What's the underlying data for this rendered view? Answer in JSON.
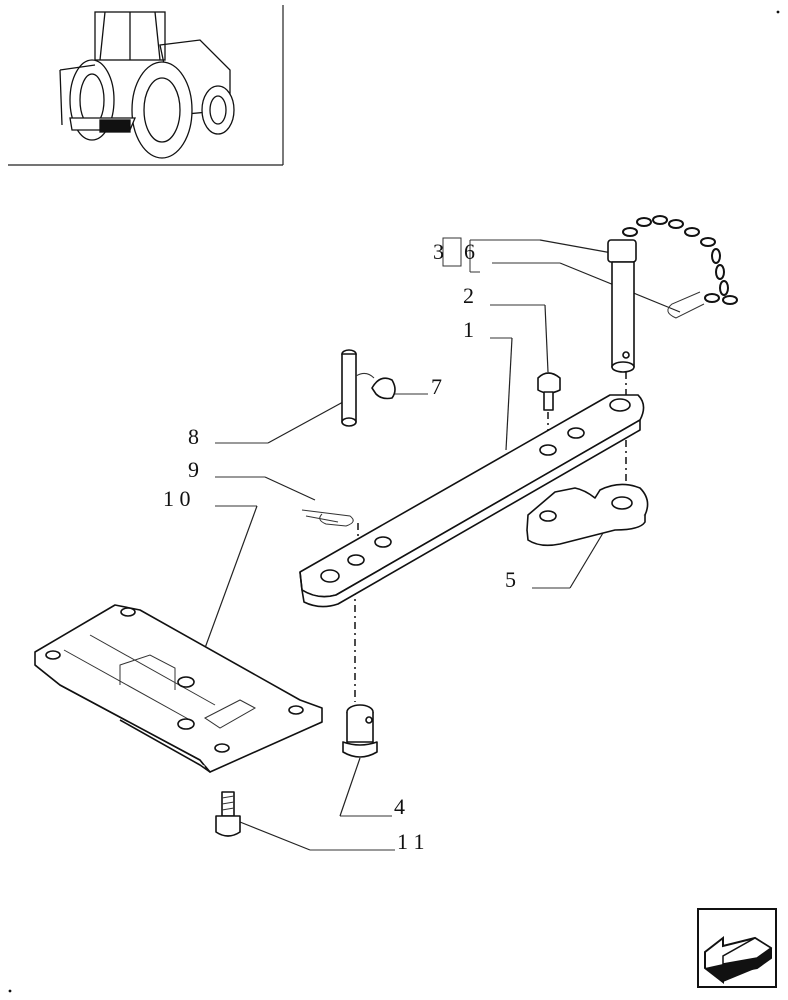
{
  "callouts": [
    {
      "id": "3",
      "text": "3"
    },
    {
      "id": "6",
      "text": "6"
    },
    {
      "id": "2",
      "text": "2"
    },
    {
      "id": "1",
      "text": "1"
    },
    {
      "id": "7",
      "text": "7"
    },
    {
      "id": "8",
      "text": "8"
    },
    {
      "id": "9",
      "text": "9"
    },
    {
      "id": "10",
      "text": "1 0"
    },
    {
      "id": "5",
      "text": "5"
    },
    {
      "id": "4",
      "text": "4"
    },
    {
      "id": "11",
      "text": "1 1"
    }
  ],
  "icons": {
    "thumbnail": "tractor-thumbnail-icon",
    "navigation": "next-page-arrow-icon"
  }
}
